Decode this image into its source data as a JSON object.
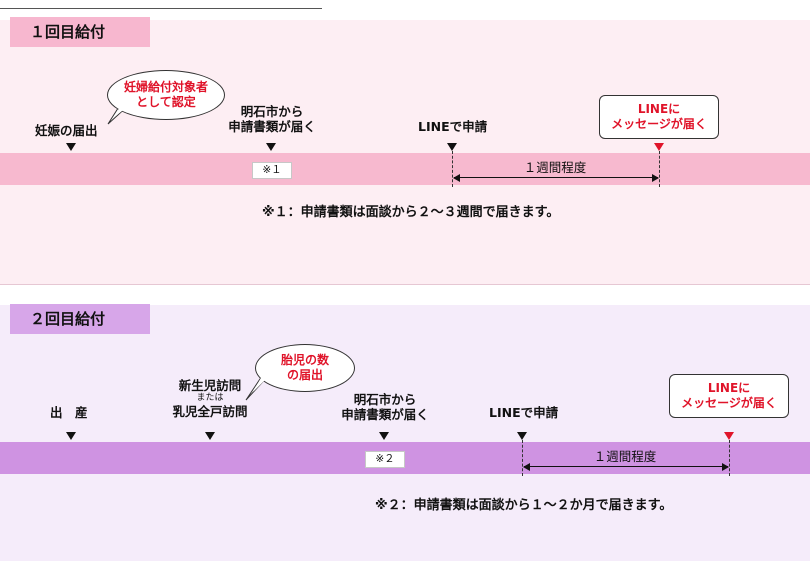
{
  "section1": {
    "title": "１回目給付",
    "bubble": [
      "妊婦給付対象者",
      "として認定"
    ],
    "events": {
      "pregnancy": "妊娠の届出",
      "mail": [
        "明石市から",
        "申請書類が届く"
      ],
      "line_apply": "LINEで申請"
    },
    "message_box": [
      "LINEに",
      "メッセージが届く"
    ],
    "band_note": "※１",
    "duration": "１週間程度",
    "footnote": "※１：申請書類は面談から２～３週間で届きます。"
  },
  "section2": {
    "title": "２回目給付",
    "bubble": [
      "胎児の数",
      "の届出"
    ],
    "events": {
      "birth": "出　産",
      "visit": [
        "新生児訪問",
        "または",
        "乳児全戸訪問"
      ],
      "mail": [
        "明石市から",
        "申請書類が届く"
      ],
      "line_apply": "LINEで申請"
    },
    "message_box": [
      "LINEに",
      "メッセージが届く"
    ],
    "band_note": "※２",
    "duration": "１週間程度",
    "footnote": "※２：申請書類は面談から１～２か月で届きます。"
  },
  "colors": {
    "section1_bg": "#fdeef3",
    "section1_band": "#f7b9cf",
    "section2_bg": "#f5ecfa",
    "section2_band": "#cf93e2",
    "accent_red": "#e0142a"
  }
}
